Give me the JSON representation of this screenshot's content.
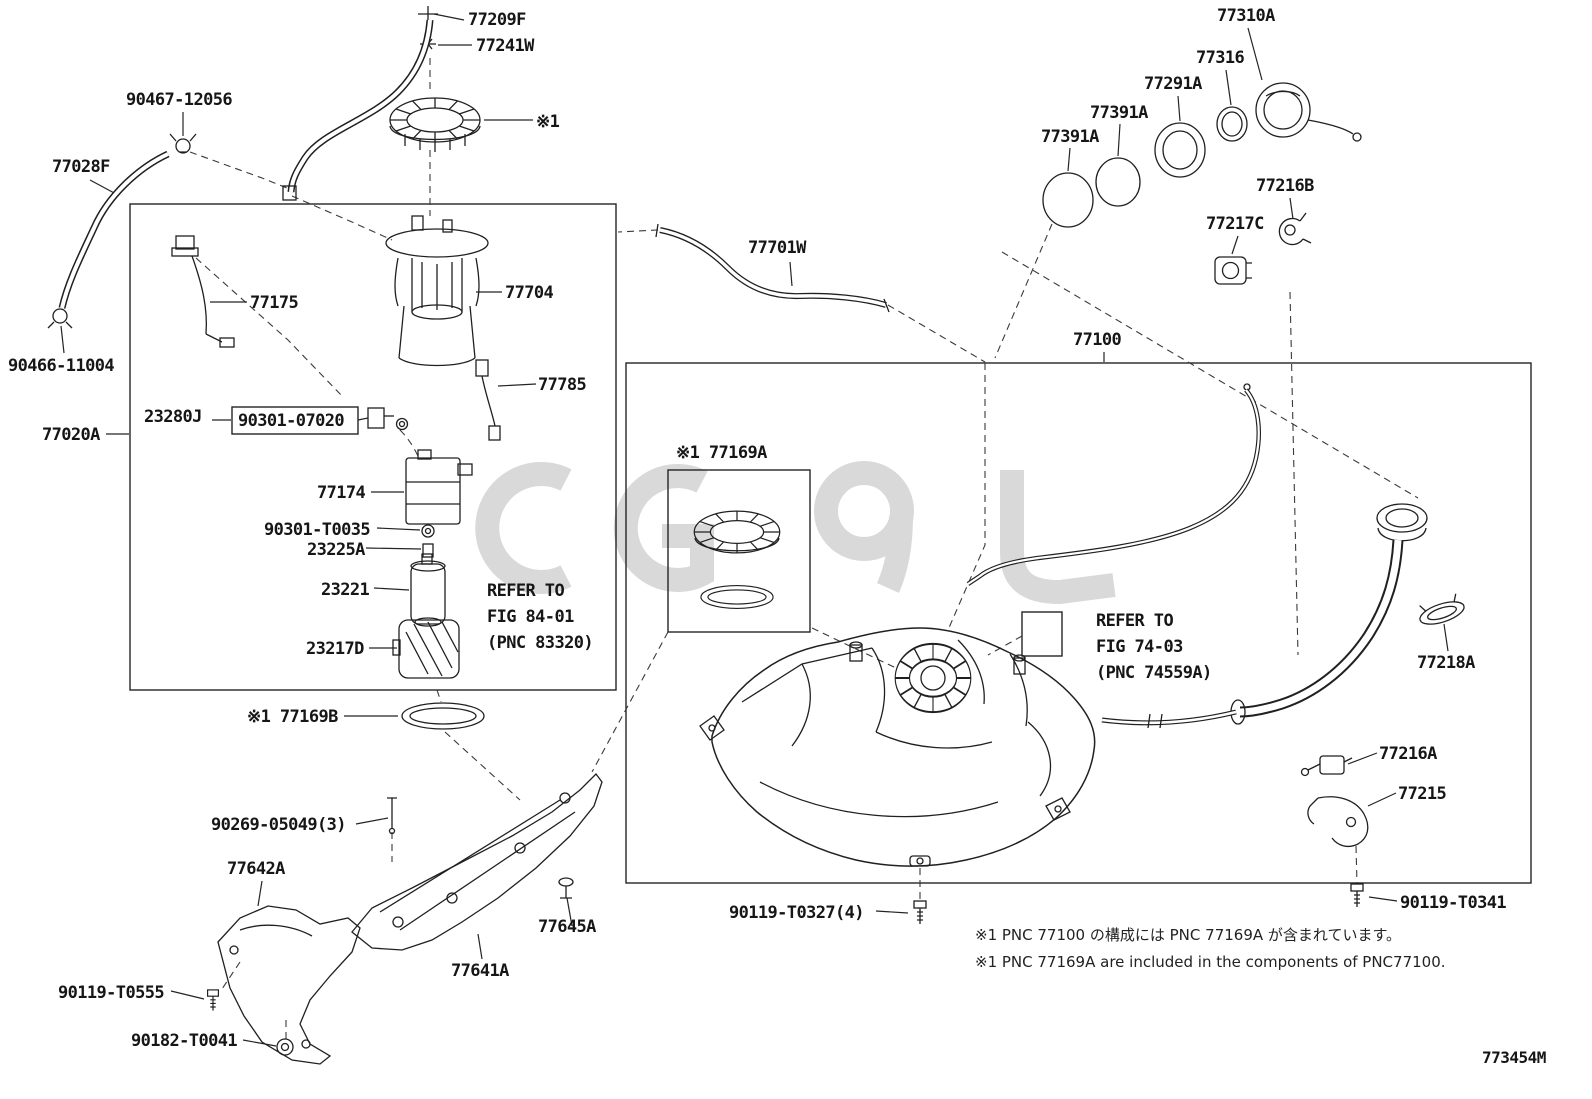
{
  "diagram": {
    "doc_number": "773454M",
    "footnote_jp": "※1 PNC 77100 の構成には PNC 77169A が含まれています。",
    "footnote_en": "※1 PNC 77169A are included in the components of PNC77100."
  },
  "refer_fig_84_01": {
    "line1": "REFER TO",
    "line2": "FIG 84-01",
    "line3": "(PNC 83320)"
  },
  "refer_fig_74_03": {
    "line1": "REFER TO",
    "line2": "FIG 74-03",
    "line3": "(PNC 74559A)"
  },
  "labels": [
    {
      "text": "77209F"
    },
    {
      "text": "77241W"
    },
    {
      "text": "90467-12056"
    },
    {
      "text": "77028F"
    },
    {
      "text": "90466-11004"
    },
    {
      "text": "77020A"
    },
    {
      "text": "※1"
    },
    {
      "text": "77175"
    },
    {
      "text": "77704"
    },
    {
      "text": "77785"
    },
    {
      "text": "23280J"
    },
    {
      "text": "90301-07020"
    },
    {
      "text": "77174"
    },
    {
      "text": "90301-T0035"
    },
    {
      "text": "23225A"
    },
    {
      "text": "23221"
    },
    {
      "text": "23217D"
    },
    {
      "text": "※1 77169B"
    },
    {
      "text": "77701W"
    },
    {
      "text": "77310A"
    },
    {
      "text": "77316"
    },
    {
      "text": "77291A"
    },
    {
      "text": "77391A"
    },
    {
      "text": "77391A"
    },
    {
      "text": "77216B"
    },
    {
      "text": "77217C"
    },
    {
      "text": "77100"
    },
    {
      "text": "※1 77169A"
    },
    {
      "text": "77218A"
    },
    {
      "text": "77216A"
    },
    {
      "text": "77215"
    },
    {
      "text": "90119-T0341"
    },
    {
      "text": "90119-T0327(4)"
    },
    {
      "text": "90269-05049(3)"
    },
    {
      "text": "77642A"
    },
    {
      "text": "77645A"
    },
    {
      "text": "77641A"
    },
    {
      "text": "90119-T0555"
    },
    {
      "text": "90182-T0041"
    }
  ]
}
